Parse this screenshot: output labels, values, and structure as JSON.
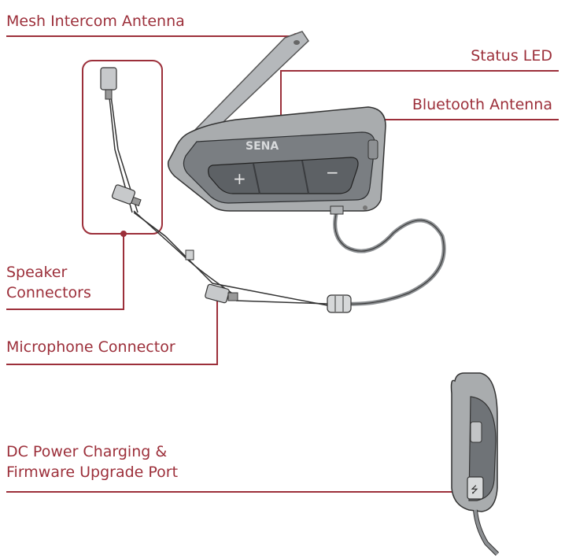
{
  "labels": {
    "mesh_antenna": "Mesh Intercom Antenna",
    "status_led": "Status LED",
    "bluetooth_antenna": "Bluetooth Antenna",
    "speaker_line1": "Speaker",
    "speaker_line2": "Connectors",
    "microphone": "Microphone Connector",
    "dc_line1": "DC Power Charging &",
    "dc_line2": "Firmware Upgrade Port"
  },
  "device": {
    "brand": "SENA",
    "plus_symbol": "+",
    "minus_symbol": "−"
  },
  "colors": {
    "accent": "#9c2f3a",
    "device_body": "#a9acae",
    "device_face": "#6f7377",
    "cable": "#8c8f92"
  }
}
